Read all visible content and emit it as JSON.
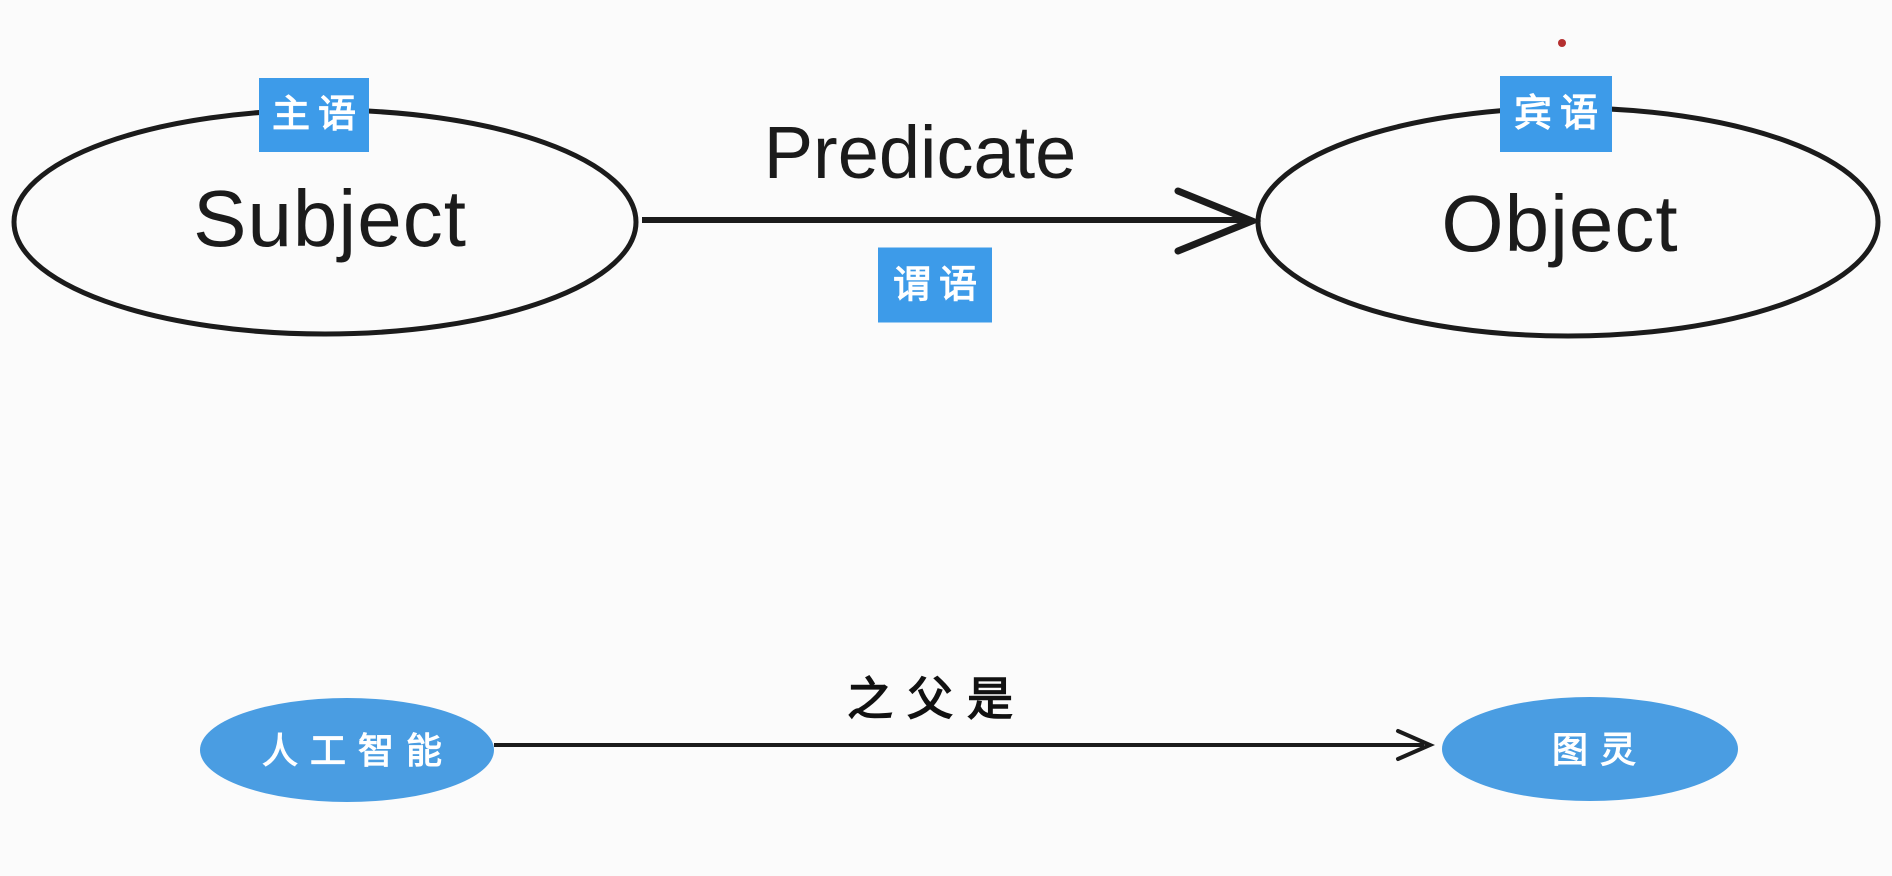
{
  "colors": {
    "background": "#fbfbfb",
    "ink_black": "#1b1b1b",
    "badge_blue": "#3d9be9",
    "node_fill_blue": "#4a9de2",
    "badge_text_white": "#ffffff",
    "laser_dot_red": "#b53030"
  },
  "schema_row": {
    "subject_node": {
      "label": "Subject",
      "annotation": "主语"
    },
    "predicate_edge": {
      "label": "Predicate",
      "annotation": "谓语"
    },
    "object_node": {
      "label": "Object",
      "annotation": "宾语"
    }
  },
  "example_row": {
    "subject_node": "人工智能",
    "predicate_edge": "之父是",
    "object_node": "图灵"
  }
}
